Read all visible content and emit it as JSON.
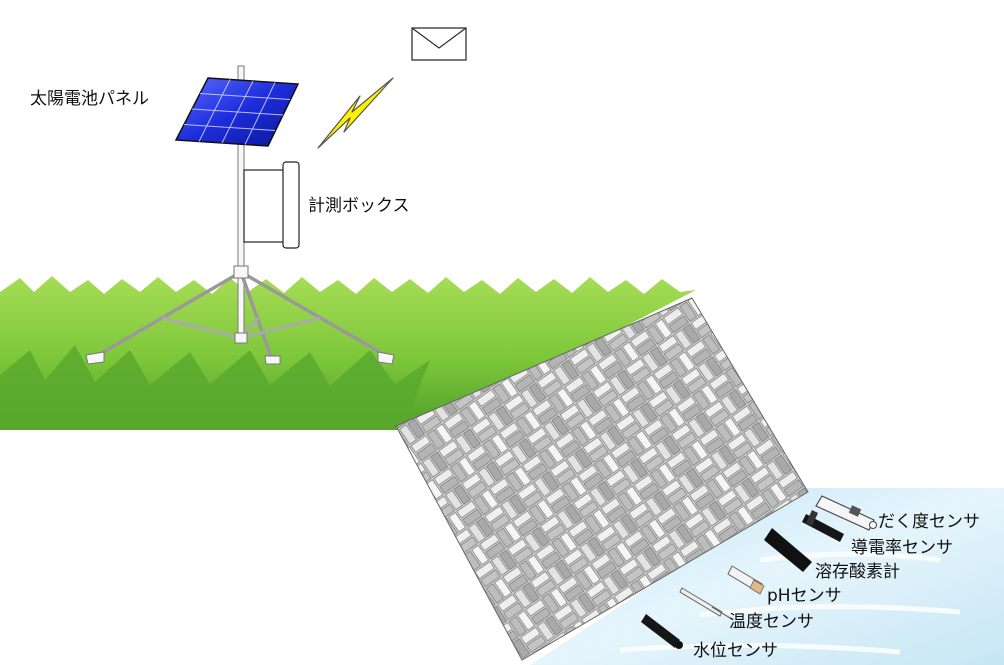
{
  "labels": {
    "solar_panel": "太陽電池パネル",
    "measurement_box": "計測ボックス",
    "turbidity_sensor": "だく度センサ",
    "conductivity_sensor": "導電率センサ",
    "dissolved_oxygen_meter": "溶存酸素計",
    "ph_sensor": "pHセンサ",
    "temperature_sensor": "温度センサ",
    "water_level_sensor": "水位センサ"
  },
  "icons": {
    "envelope": "envelope-icon",
    "lightning": "lightning-bolt-icon"
  },
  "colors": {
    "grass_light": "#8fd13f",
    "grass_dark": "#4f9e2a",
    "water": "#cfe9f6",
    "panel": "#1f2fd0",
    "bolt": "#fff200",
    "stone": "#d8d8d8"
  }
}
